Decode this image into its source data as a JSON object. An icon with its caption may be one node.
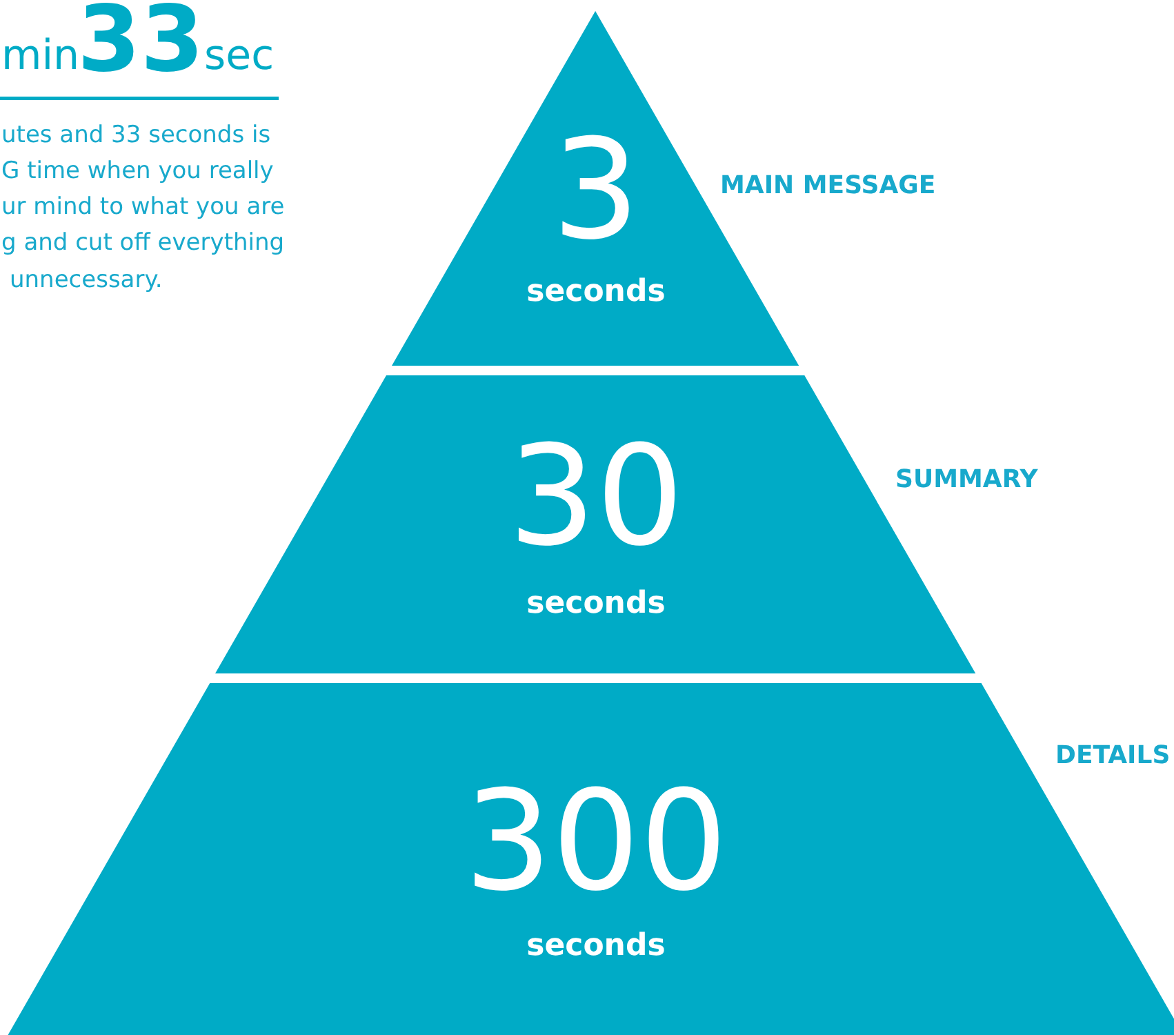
{
  "diagram": {
    "nodes": [
      {
        "text": [
          "3",
          "seconds"
        ],
        "beside": [
          "MAIN MESSAGE"
        ]
      },
      {
        "text": [
          "30",
          "seconds"
        ],
        "beside": [
          "SUMMARY"
        ]
      },
      {
        "text": [
          "300",
          "seconds"
        ],
        "beside": [
          "DETAILS"
        ]
      }
    ],
    "edges": [],
    "labels": [
      "min",
      "33",
      "sec",
      "utes and 33 seconds is",
      "G time when you really",
      "ur mind to what you are",
      "g and cut off everything",
      "unnecessary."
    ]
  }
}
